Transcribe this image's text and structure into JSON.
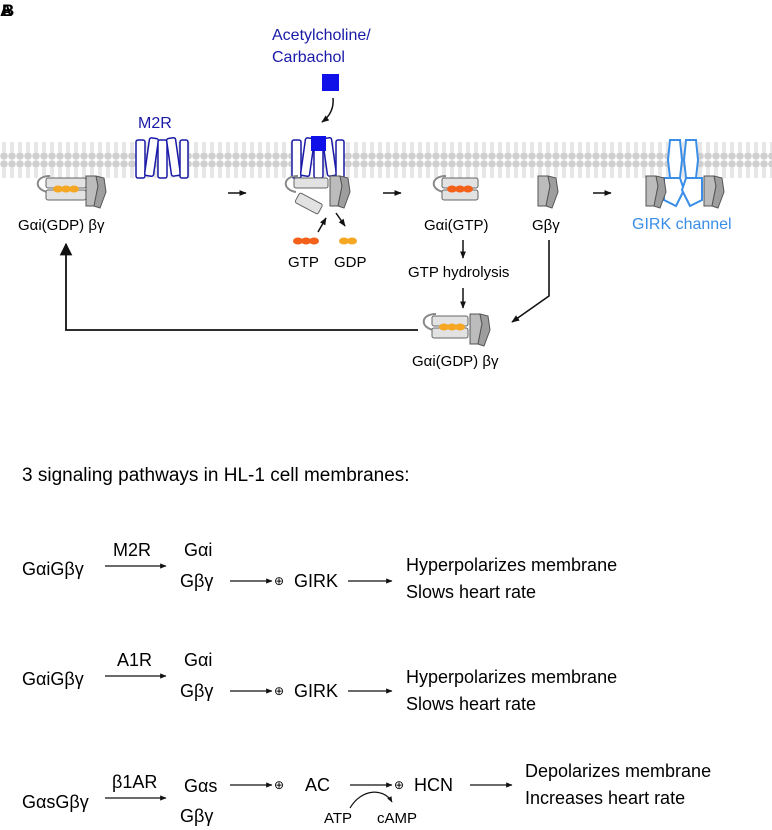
{
  "panel_labels": {
    "a": "A",
    "b": "B"
  },
  "diagram": {
    "ligand_label_line1": "Acetylcholine/",
    "ligand_label_line2": "Carbachol",
    "receptor_label": "M2R",
    "inactive_complex_label": "Gαi(GDP) βγ",
    "gtp_label": "GTP",
    "gdp_label": "GDP",
    "active_alpha_label": "Gαi(GTP)",
    "beta_gamma_label": "Gβγ",
    "channel_label": "GIRK channel",
    "hydrolysis_label": "GTP hydrolysis",
    "reformed_complex_label": "Gαi(GDP) βγ"
  },
  "pathways": {
    "heading": "3 signaling pathways in HL-1 cell membranes:",
    "p1": {
      "substrate": "GαiGβγ",
      "receptor": "M2R",
      "alpha": "Gαi",
      "betagamma": "Gβγ",
      "target": "GIRK",
      "effect1": "Hyperpolarizes membrane",
      "effect2": "Slows heart rate"
    },
    "p2": {
      "substrate": "GαiGβγ",
      "receptor": "A1R",
      "alpha": "Gαi",
      "betagamma": "Gβγ",
      "target": "GIRK",
      "effect1": "Hyperpolarizes membrane",
      "effect2": "Slows heart rate"
    },
    "p3": {
      "substrate": "GαsGβγ",
      "receptor": "β1AR",
      "alpha": "Gαs",
      "betagamma": "Gβγ",
      "enzyme": "AC",
      "target": "HCN",
      "atp": "ATP",
      "camp": "cAMP",
      "effect1": "Depolarizes membrane",
      "effect2": "Increases heart rate"
    }
  },
  "colors": {
    "receptor_blue": "#1a1aa8",
    "ligand_blue": "#1010e8",
    "channel_blue": "#3a8ee8",
    "gtp_orange": "#f2601a",
    "gdp_orange": "#f5a623",
    "membrane_gray": "#cfcfcf",
    "protein_gray": "#bcbcbc"
  }
}
